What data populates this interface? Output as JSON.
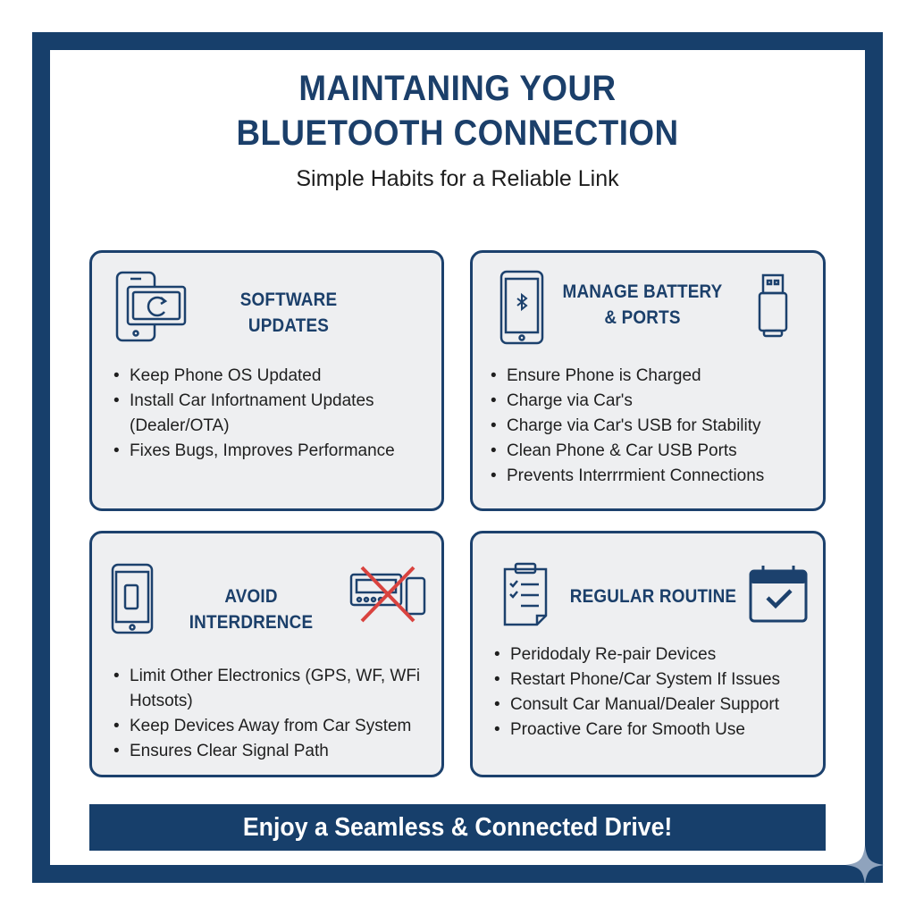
{
  "header": {
    "title_line1": "MAINTANING YOUR",
    "title_line2": "BLUETOOTH CONNECTION",
    "subtitle": "Simple Habits for a Reliable Link"
  },
  "cards": [
    {
      "title": "SOFTWARE UPDATES",
      "icons": [
        "phone-refresh-icon"
      ],
      "bullets": [
        "Keep Phone OS Updated",
        "Install Car Infortnament Updates (Dealer/OTA)",
        "Fixes Bugs, Improves Performance"
      ]
    },
    {
      "title_line1": "MANAGE BATTERY",
      "title_line2": "& PORTS",
      "icons": [
        "phone-bluetooth-icon",
        "usb-stick-icon"
      ],
      "bullets": [
        "Ensure Phone is Charged",
        "Charge via Car's",
        "Charge via Car's USB for Stability",
        "Clean Phone & Car USB Ports",
        "Prevents Interrrmient Connections"
      ]
    },
    {
      "title": "AVOID INTERDRENCE",
      "icons": [
        "phone-icon",
        "car-radio-crossed-icon"
      ],
      "bullets": [
        "Limit Other Electronics (GPS, WF, WFi Hotsots)",
        "Keep Devices Away from Car System",
        "Ensures Clear Signal Path"
      ]
    },
    {
      "title": "REGULAR ROUTINE",
      "icons": [
        "clipboard-checklist-icon",
        "calendar-check-icon"
      ],
      "bullets": [
        "Peridodaly Re-pair Devices",
        "Restart Phone/Car System If Issues",
        "Consult Car Manual/Dealer Support",
        "Proactive Care for Smooth Use"
      ]
    }
  ],
  "footer": {
    "banner": "Enjoy a Seamless & Connected Drive!"
  },
  "colors": {
    "navy": "#173f6b",
    "card_bg": "#eeeff1",
    "text": "#1f1f1f",
    "cross_red": "#d9433f",
    "sparkle": "#8fa3bd"
  }
}
